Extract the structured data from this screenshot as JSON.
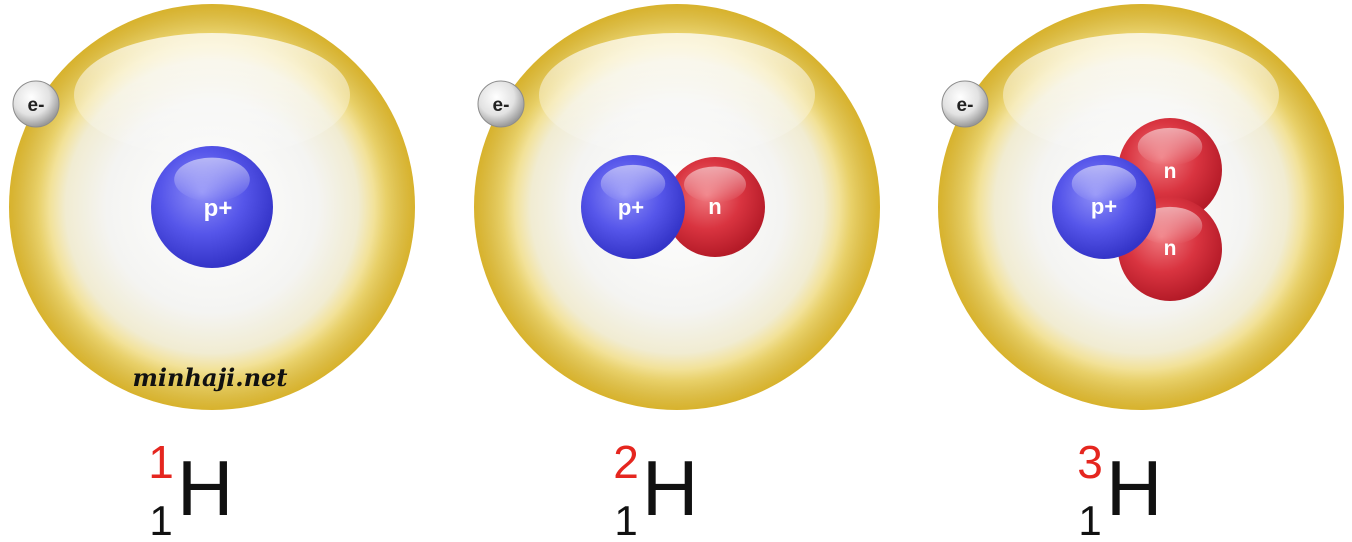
{
  "colors": {
    "shell_outer": "#f3d44a",
    "shell_inner": "#f4f4f4",
    "proton": "#4f4fe6",
    "neutron": "#d82a36",
    "mass_number": "#e5261f",
    "symbol": "#111111"
  },
  "watermark": "minhaji.net",
  "atoms": [
    {
      "electron_label": "e-",
      "protons": [
        "p+"
      ],
      "neutrons": [],
      "mass_number": "1",
      "atomic_number": "1",
      "symbol": "H"
    },
    {
      "electron_label": "e-",
      "protons": [
        "p+"
      ],
      "neutrons": [
        "n"
      ],
      "mass_number": "2",
      "atomic_number": "1",
      "symbol": "H"
    },
    {
      "electron_label": "e-",
      "protons": [
        "p+"
      ],
      "neutrons": [
        "n",
        "n"
      ],
      "mass_number": "3",
      "atomic_number": "1",
      "symbol": "H"
    }
  ]
}
